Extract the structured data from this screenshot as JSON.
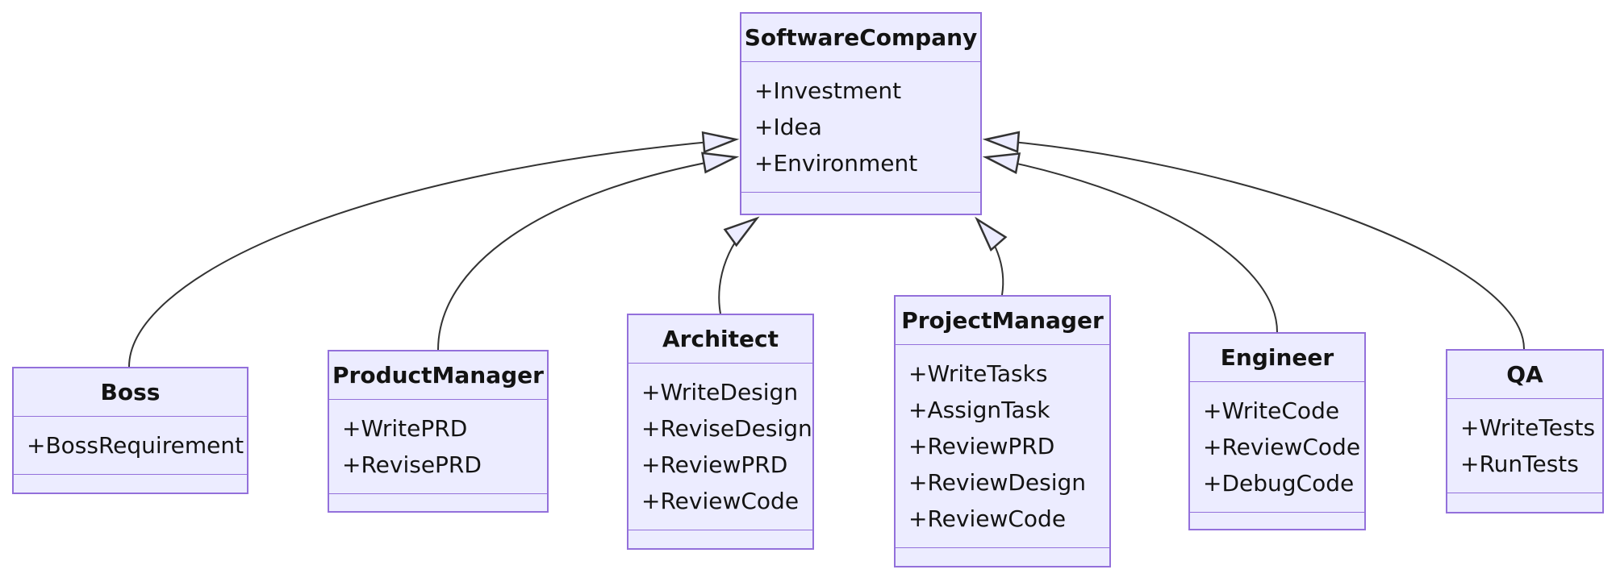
{
  "diagram": {
    "type": "uml-class-diagram",
    "relationship_type": "inheritance",
    "colors": {
      "class_fill": "#ECECFF",
      "class_border": "#9370DB",
      "edge_line": "#333333",
      "text": "#131313",
      "background": "#FFFFFF"
    },
    "classes": [
      {
        "name": "SoftwareCompany",
        "attributes": [
          "+Investment",
          "+Idea",
          "+Environment"
        ]
      },
      {
        "name": "Boss",
        "attributes": [
          "+BossRequirement"
        ]
      },
      {
        "name": "ProductManager",
        "attributes": [
          "+WritePRD",
          "+RevisePRD"
        ]
      },
      {
        "name": "Architect",
        "attributes": [
          "+WriteDesign",
          "+ReviseDesign",
          "+ReviewPRD",
          "+ReviewCode"
        ]
      },
      {
        "name": "ProjectManager",
        "attributes": [
          "+WriteTasks",
          "+AssignTask",
          "+ReviewPRD",
          "+ReviewDesign",
          "+ReviewCode"
        ]
      },
      {
        "name": "Engineer",
        "attributes": [
          "+WriteCode",
          "+ReviewCode",
          "+DebugCode"
        ]
      },
      {
        "name": "QA",
        "attributes": [
          "+WriteTests",
          "+RunTests"
        ]
      }
    ],
    "edges": [
      {
        "from": "Boss",
        "to": "SoftwareCompany",
        "relation": "inheritance"
      },
      {
        "from": "ProductManager",
        "to": "SoftwareCompany",
        "relation": "inheritance"
      },
      {
        "from": "Architect",
        "to": "SoftwareCompany",
        "relation": "inheritance"
      },
      {
        "from": "ProjectManager",
        "to": "SoftwareCompany",
        "relation": "inheritance"
      },
      {
        "from": "Engineer",
        "to": "SoftwareCompany",
        "relation": "inheritance"
      },
      {
        "from": "QA",
        "to": "SoftwareCompany",
        "relation": "inheritance"
      }
    ]
  }
}
